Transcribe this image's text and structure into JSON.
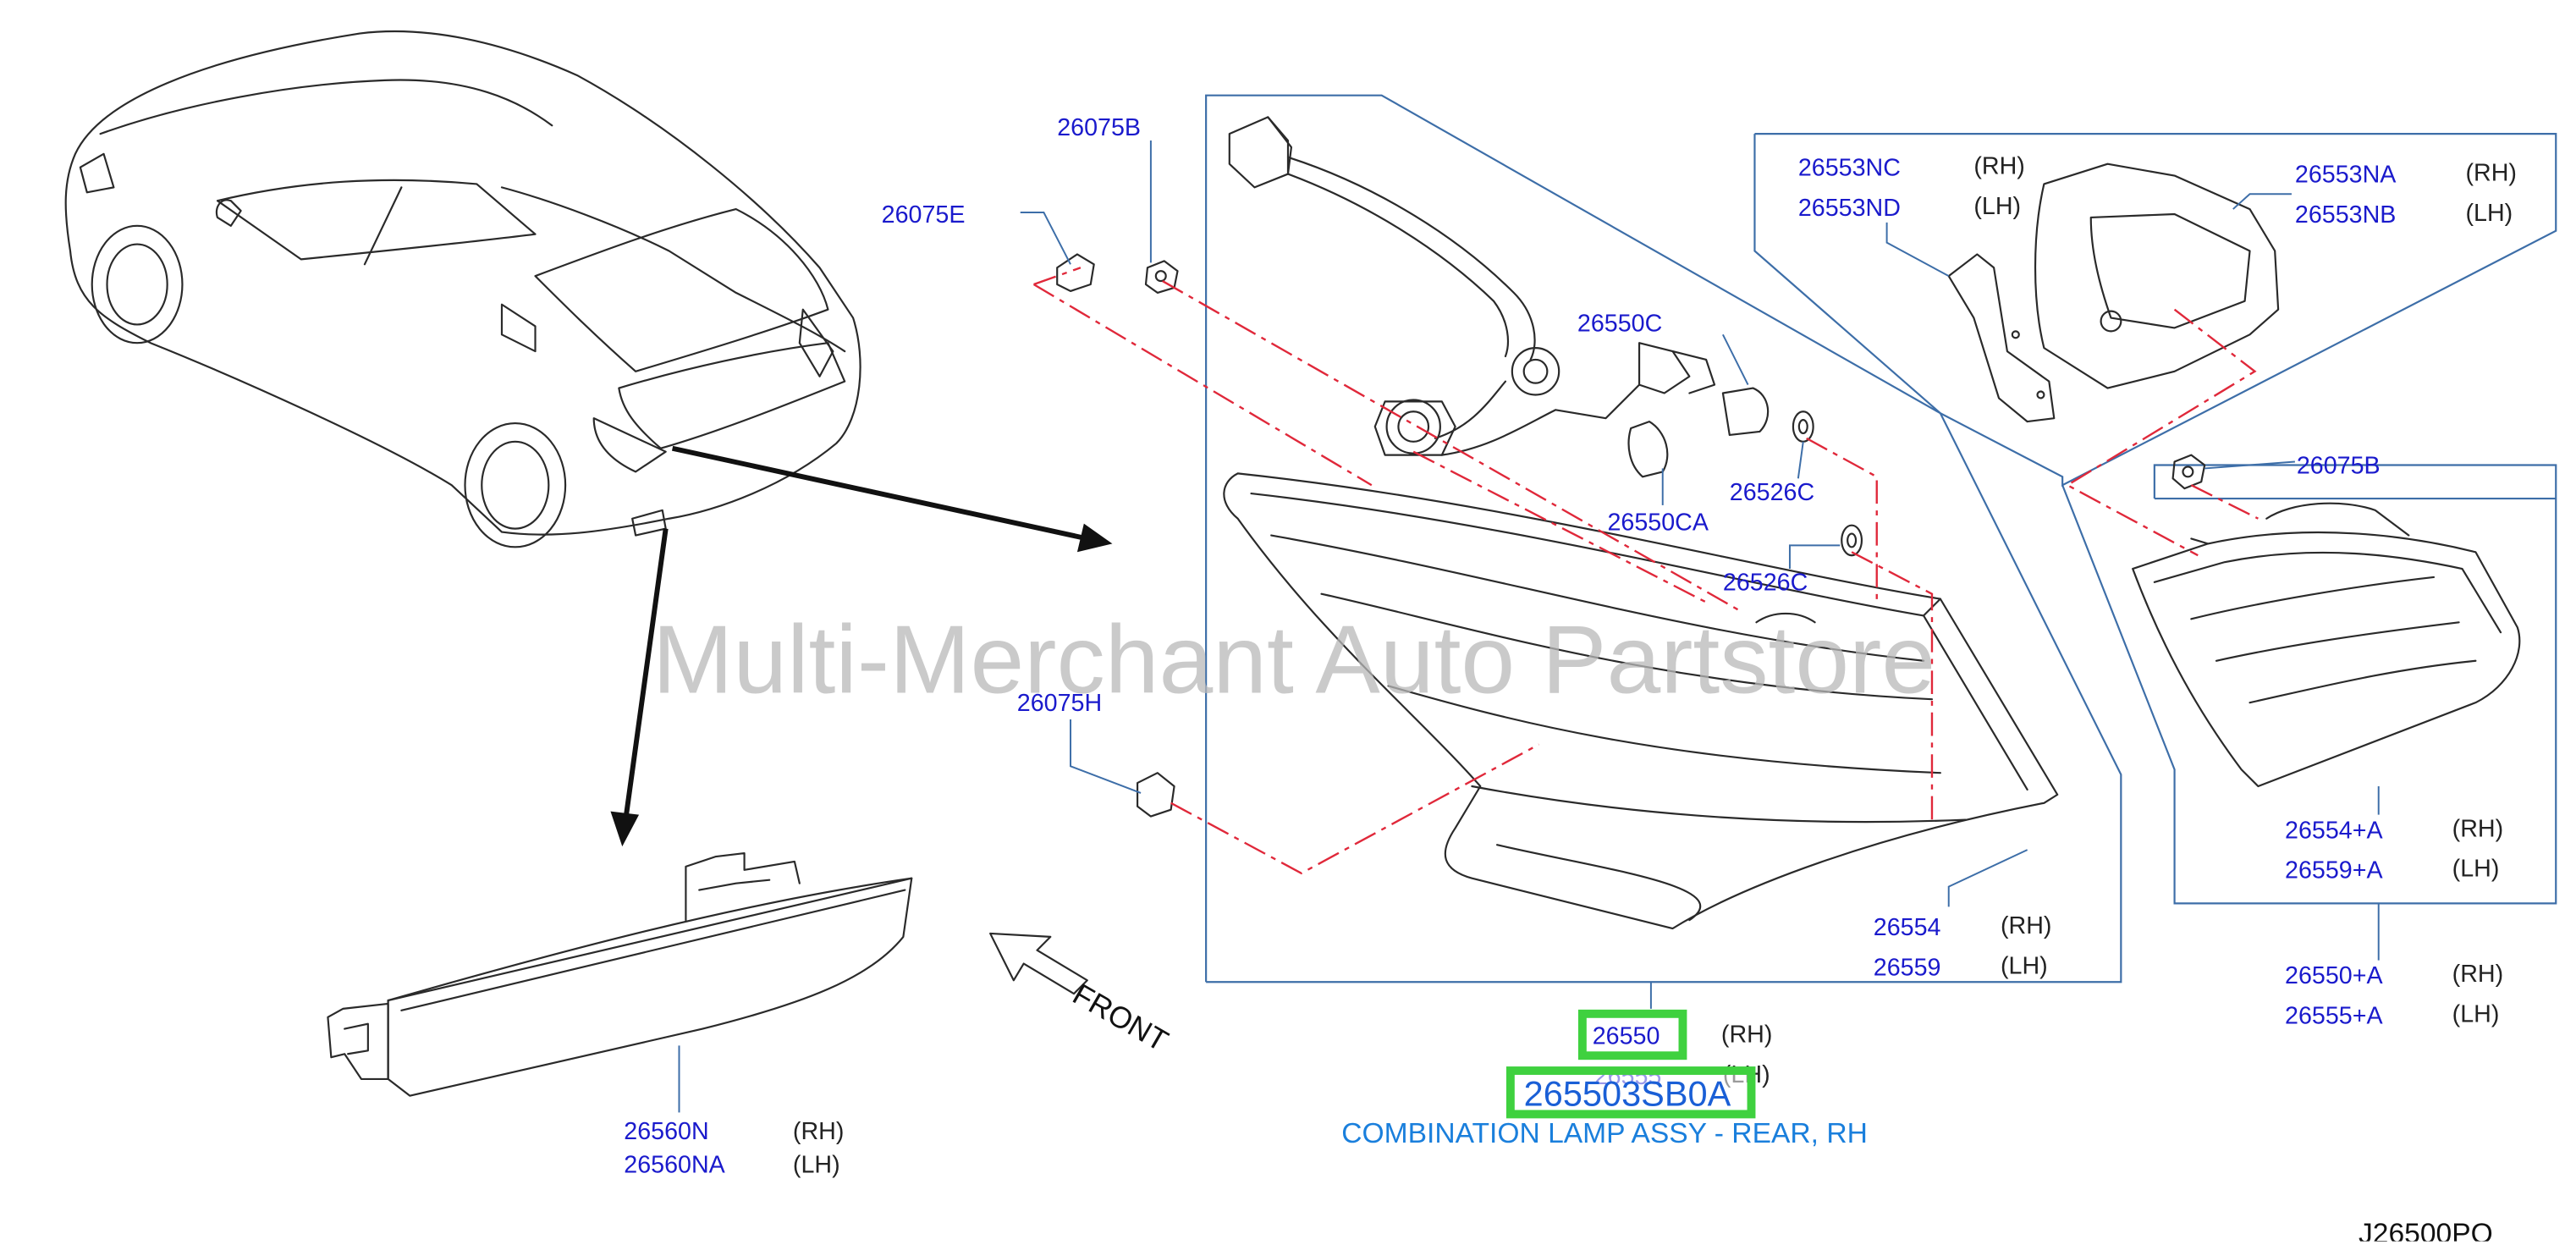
{
  "diagram": {
    "code": "J26500PQ",
    "watermark": "Multi-Merchant Auto Partstore",
    "front_label": "FRONT",
    "selected_part": {
      "part_number": "265503SB0A",
      "description": "COMBINATION LAMP ASSY - REAR, RH"
    },
    "callouts": {
      "p26075B_top": "26075B",
      "p26075E": "26075E",
      "p26075H": "26075H",
      "p26550C": "26550C",
      "p26550CA": "26550CA",
      "p26526C_a": "26526C",
      "p26526C_b": "26526C",
      "p26553NC": "26553NC",
      "p26553NC_side": "(RH)",
      "p26553ND": "26553ND",
      "p26553ND_side": "(LH)",
      "p26553NA": "26553NA",
      "p26553NA_side": "(RH)",
      "p26553NB": "26553NB",
      "p26553NB_side": "(LH)",
      "p26075B_right": "26075B",
      "p26554A": "26554+A",
      "p26554A_side": "(RH)",
      "p26559A": "26559+A",
      "p26559A_side": "(LH)",
      "p26550A": "26550+A",
      "p26550A_side": "(RH)",
      "p26555A": "26555+A",
      "p26555A_side": "(LH)",
      "p26554": "26554",
      "p26554_side": "(RH)",
      "p26559": "26559",
      "p26559_side": "(LH)",
      "p26550": "26550",
      "p26550_side": "(RH)",
      "p26555": "26555",
      "p26555_side": "(LH)",
      "p26560N": "26560N",
      "p26560N_side": "(RH)",
      "p26560NA": "26560NA",
      "p26560NA_side": "(LH)"
    }
  }
}
